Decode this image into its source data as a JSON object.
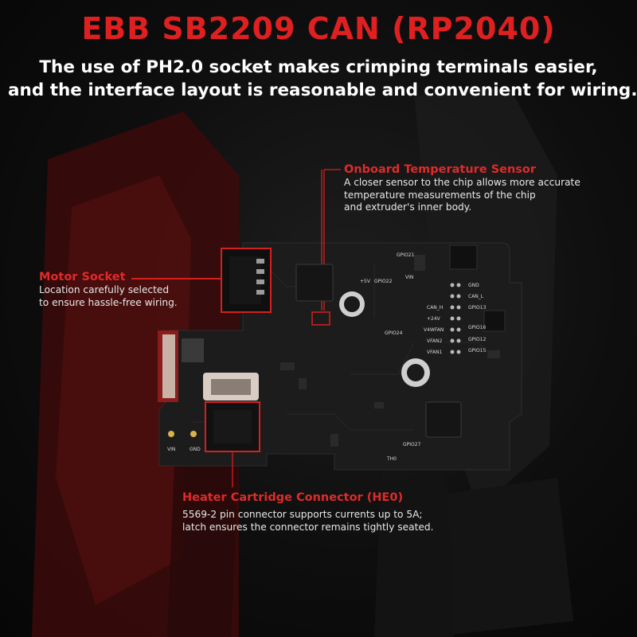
{
  "title": "EBB SB2209 CAN (RP2040)",
  "subtitle": {
    "line1": "The use of PH2.0 socket makes crimping terminals easier,",
    "line2": "and the interface layout is reasonable and convenient for wiring."
  },
  "callouts": {
    "temp_sensor": {
      "title": "Onboard Temperature Sensor",
      "body": [
        "A closer sensor to the chip allows more accurate",
        "temperature measurements of the chip",
        "and extruder's inner body."
      ]
    },
    "motor_socket": {
      "title": "Motor Socket",
      "body": [
        "Location carefully selected",
        "to ensure hassle-free wiring."
      ]
    },
    "heater": {
      "title": "Heater Cartridge Connector (HE0)",
      "body": [
        "5569-2 pin connector supports currents up to 5A;",
        "latch ensures the connector remains tightly seated."
      ]
    }
  },
  "board_labels": {
    "gnd": "GND",
    "can_l": "CAN_L",
    "can_h": "CAN_H",
    "plus24v": "+24V",
    "plus5v": "+5V",
    "v4wfan": "V4WFAN",
    "vfan2": "VFAN2",
    "vfan1": "VFAN1",
    "gpio13": "GPIO13",
    "gpio16": "GPIO16",
    "gpio12": "GPIO12",
    "gpio15": "GPIO15",
    "gpio21": "GPIO21",
    "gpio22": "GPIO22",
    "gpio24": "GPIO24",
    "gpio27": "GPIO27",
    "vin": "VIN",
    "th0": "TH0"
  },
  "colors": {
    "accent": "#e02020",
    "text": "#ffffff",
    "background": "#0b0b0b",
    "pcb": "#1c1c1c"
  }
}
